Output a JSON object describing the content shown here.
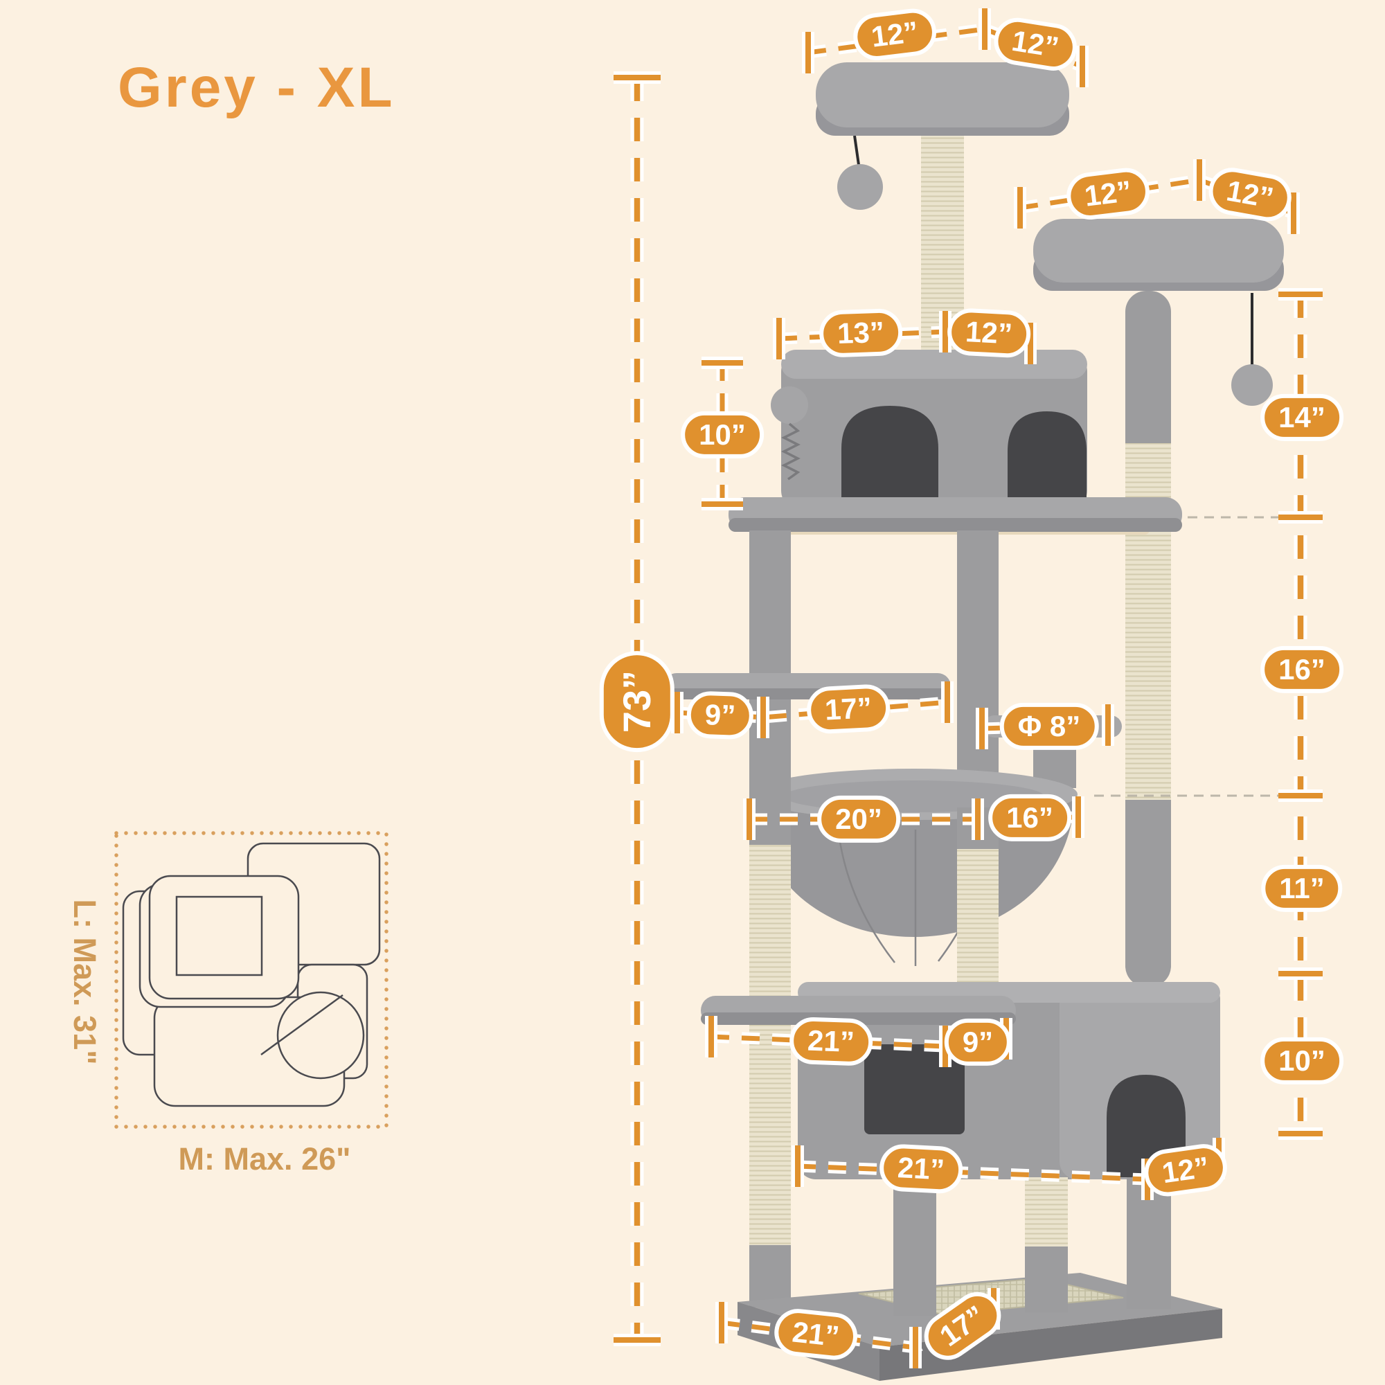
{
  "title": "Grey - XL",
  "colors": {
    "background": "#fcf1e1",
    "accent_orange": "#e0912e",
    "title_orange": "#e9973f",
    "footprint_tan": "#cf9a57",
    "plush_grey": "#a3a3a5",
    "sisal_beige": "#eae3cd"
  },
  "badges": [
    {
      "id": "top-perch-width-left",
      "label": "12”"
    },
    {
      "id": "top-perch-width-right",
      "label": "12”"
    },
    {
      "id": "second-perch-width-left",
      "label": "12”"
    },
    {
      "id": "second-perch-width-right",
      "label": "12”"
    },
    {
      "id": "condo-width-left",
      "label": "13”"
    },
    {
      "id": "condo-width-right",
      "label": "12”"
    },
    {
      "id": "condo-height",
      "label": "10”"
    },
    {
      "id": "total-height",
      "label": "73”"
    },
    {
      "id": "side-top-post-height",
      "label": "14”"
    },
    {
      "id": "side-mid-height",
      "label": "16”"
    },
    {
      "id": "side-hammock-height",
      "label": "11”"
    },
    {
      "id": "side-lower-condo-height",
      "label": "10”"
    },
    {
      "id": "side-platform-left",
      "label": "9”"
    },
    {
      "id": "side-platform-right",
      "label": "17”"
    },
    {
      "id": "round-step-diameter",
      "label": "Φ 8”"
    },
    {
      "id": "hammock-width-left",
      "label": "20”"
    },
    {
      "id": "hammock-width-right",
      "label": "16”"
    },
    {
      "id": "ledge-width-left",
      "label": "21”"
    },
    {
      "id": "ledge-width-right",
      "label": "9”"
    },
    {
      "id": "lower-condo-width-left",
      "label": "21”"
    },
    {
      "id": "lower-condo-width-right",
      "label": "12”"
    },
    {
      "id": "base-width",
      "label": "21”"
    },
    {
      "id": "base-depth",
      "label": "17”"
    }
  ],
  "footprint": {
    "length_label": "L: Max. 31\"",
    "width_label": "M: Max. 26\""
  }
}
